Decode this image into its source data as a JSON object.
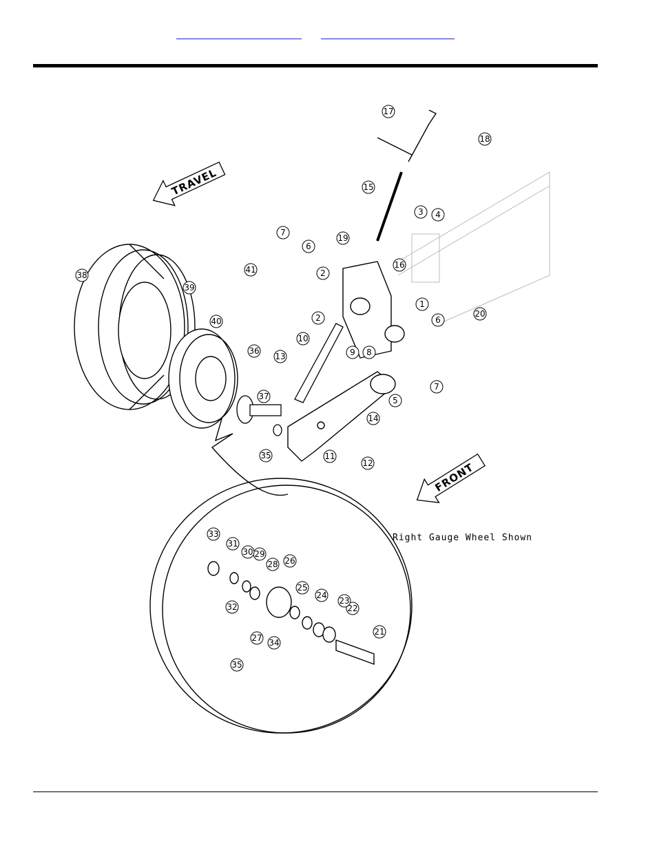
{
  "header": {
    "links": [
      "",
      ""
    ]
  },
  "diagram": {
    "arrow_travel": "TRAVEL",
    "arrow_front": "FRONT",
    "note": "Right Gauge Wheel Shown",
    "callouts": [
      "1",
      "2",
      "2",
      "3",
      "4",
      "5",
      "6",
      "6",
      "7",
      "7",
      "8",
      "9",
      "10",
      "11",
      "12",
      "13",
      "14",
      "15",
      "16",
      "17",
      "18",
      "19",
      "20",
      "21",
      "22",
      "23",
      "24",
      "25",
      "26",
      "27",
      "28",
      "29",
      "30",
      "31",
      "32",
      "33",
      "34",
      "35",
      "35",
      "36",
      "37",
      "38",
      "39",
      "40",
      "41"
    ]
  }
}
